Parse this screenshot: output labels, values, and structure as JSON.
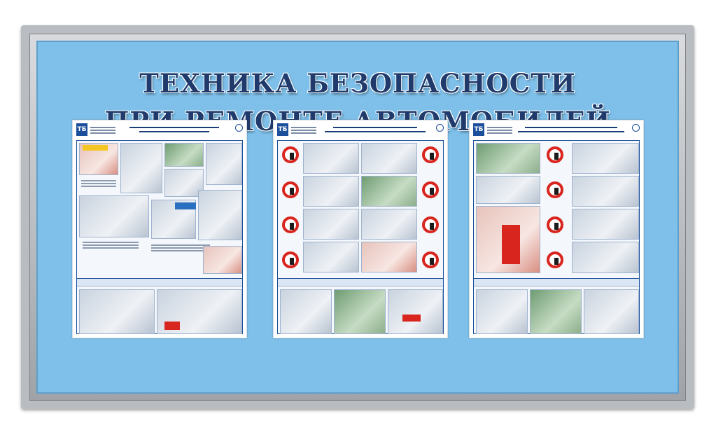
{
  "board": {
    "title_line1": "ТЕХНИКА БЕЗОПАСНОСТИ",
    "title_line2": "ПРИ РЕМОНТЕ АВТОМОБИЛЕЙ"
  },
  "colors": {
    "board_background": "#7ec0ea",
    "title_text": "#1f3a6b",
    "frame": "#b9bcc0",
    "poster_accent": "#1b4f9b",
    "prohibition_sign": "#d8261f"
  },
  "posters": [
    {
      "logo": "ТБ"
    },
    {
      "logo": "ТБ"
    },
    {
      "logo": "ТБ"
    }
  ]
}
